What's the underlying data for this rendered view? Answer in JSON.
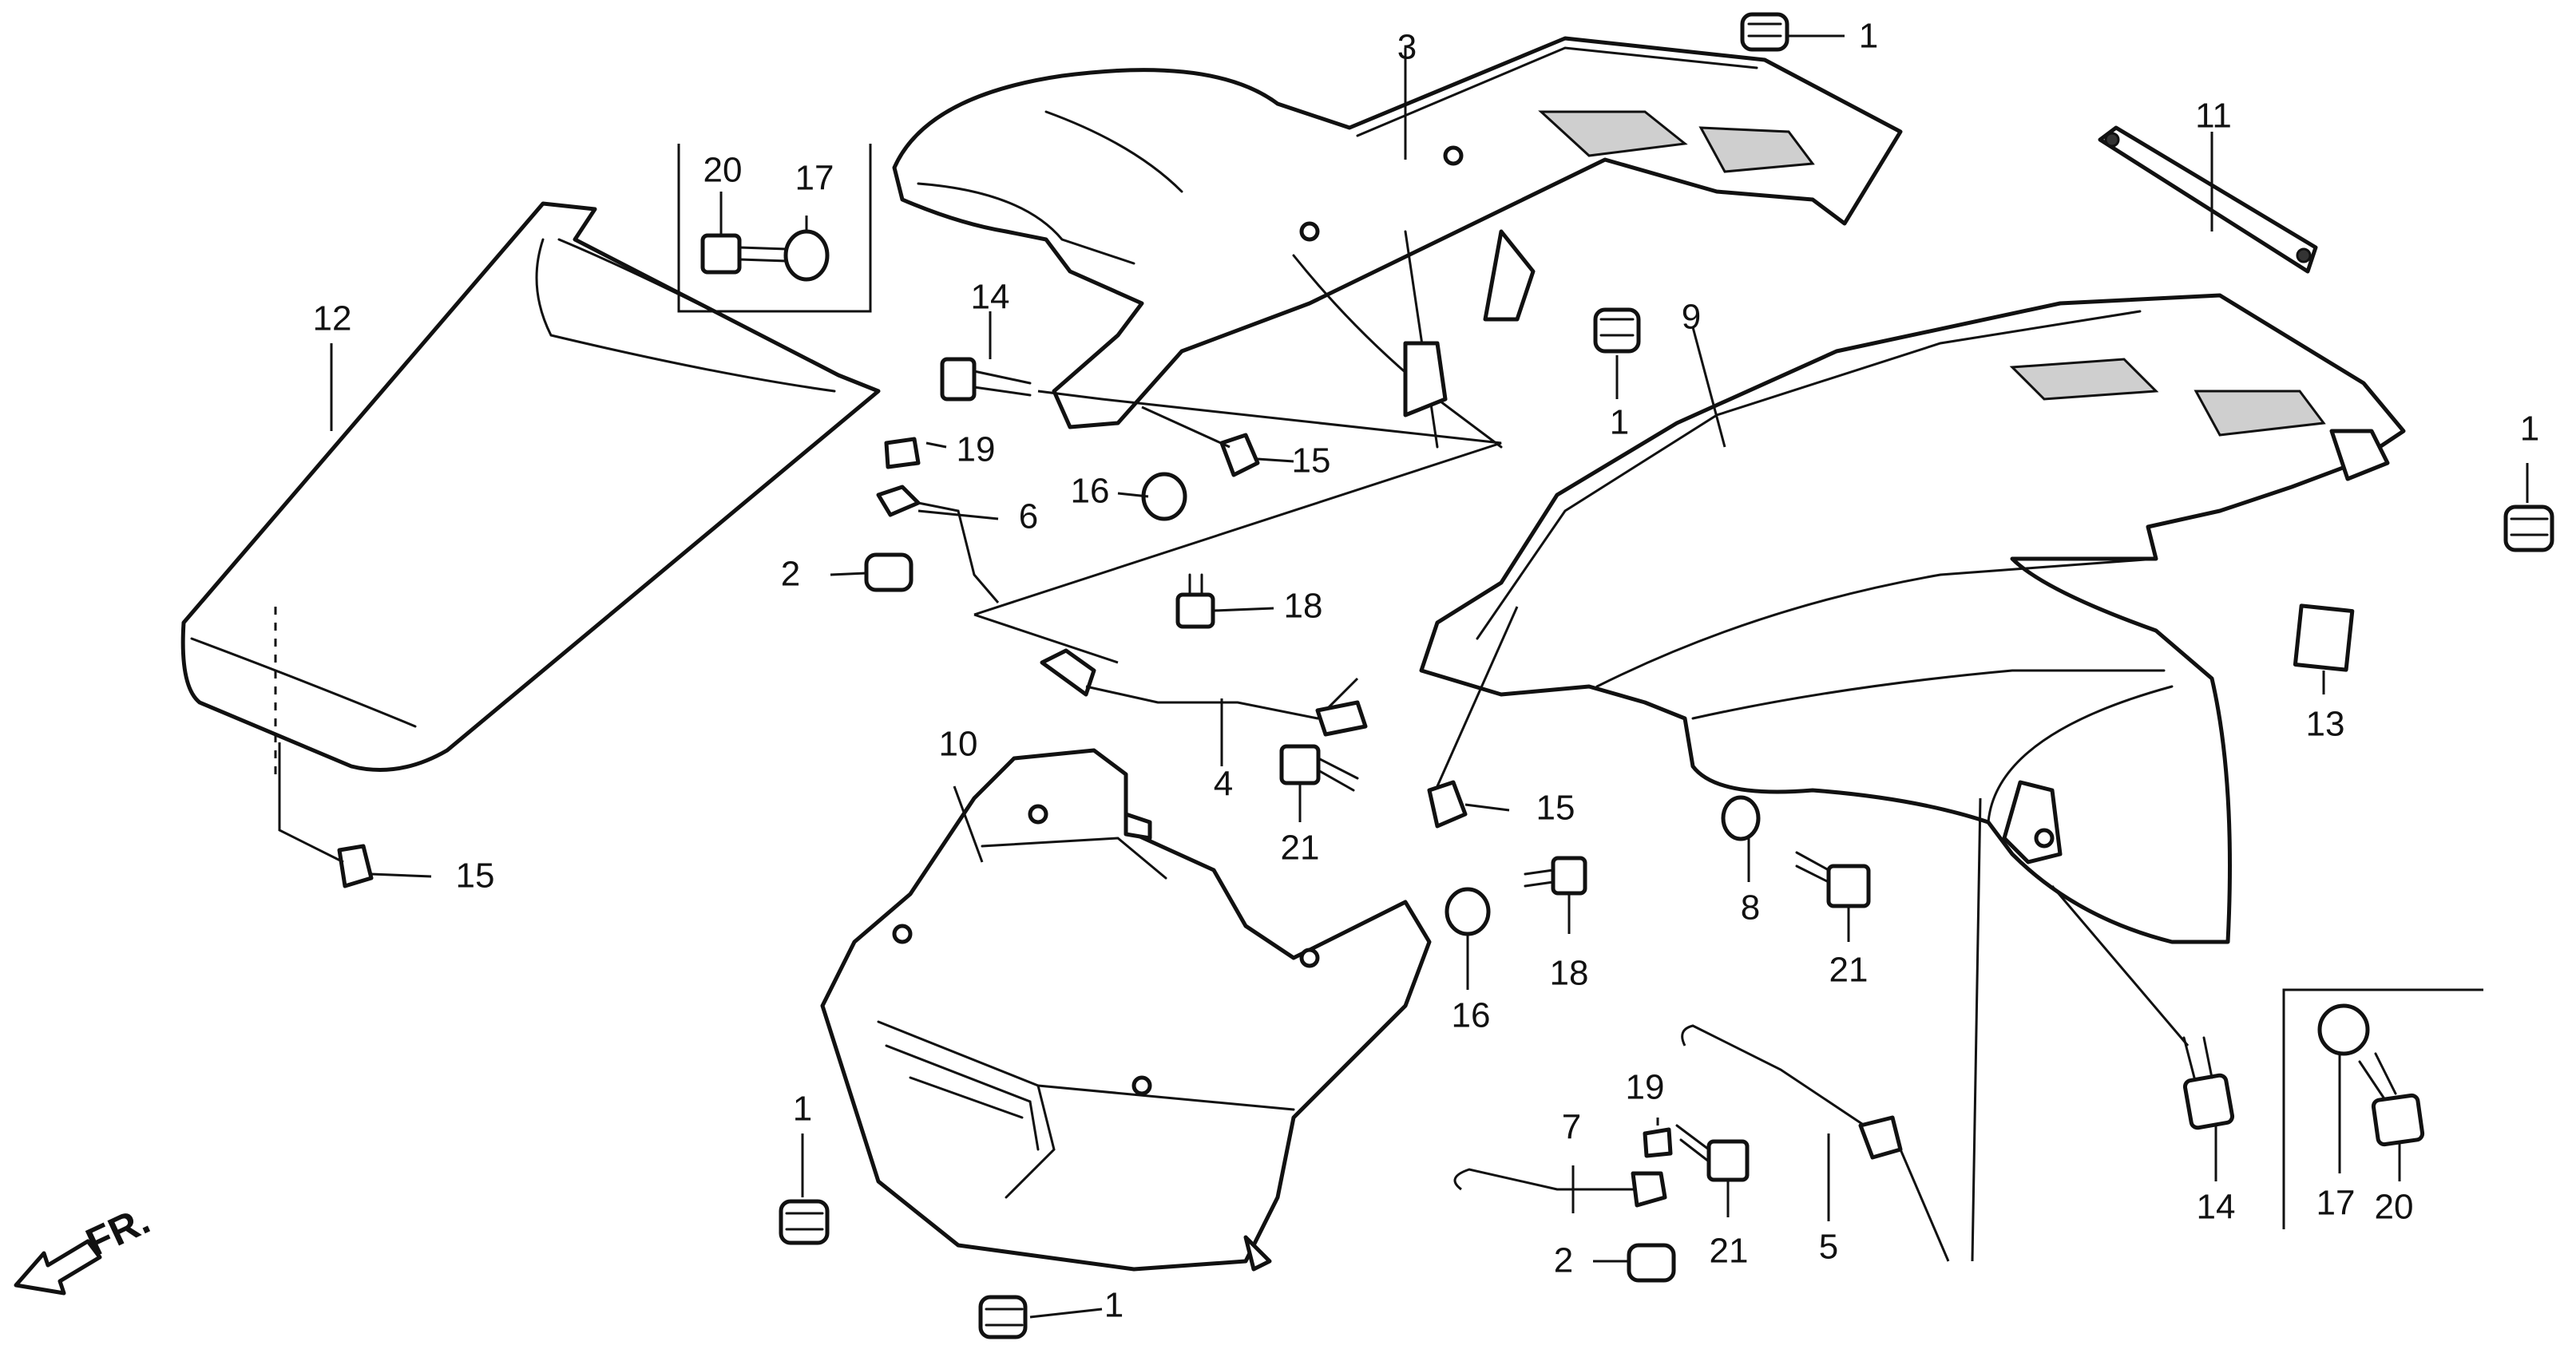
{
  "diagram": {
    "direction_label": "FR.",
    "callouts": [
      {
        "key": "p1a",
        "label": "1"
      },
      {
        "key": "p1b",
        "label": "1"
      },
      {
        "key": "p1c",
        "label": "1"
      },
      {
        "key": "p1d",
        "label": "1"
      },
      {
        "key": "p1e",
        "label": "1"
      },
      {
        "key": "p2a",
        "label": "2"
      },
      {
        "key": "p2b",
        "label": "2"
      },
      {
        "key": "p3",
        "label": "3"
      },
      {
        "key": "p4",
        "label": "4"
      },
      {
        "key": "p5",
        "label": "5"
      },
      {
        "key": "p6",
        "label": "6"
      },
      {
        "key": "p7",
        "label": "7"
      },
      {
        "key": "p8",
        "label": "8"
      },
      {
        "key": "p9",
        "label": "9"
      },
      {
        "key": "p10",
        "label": "10"
      },
      {
        "key": "p11",
        "label": "11"
      },
      {
        "key": "p12",
        "label": "12"
      },
      {
        "key": "p13",
        "label": "13"
      },
      {
        "key": "p14a",
        "label": "14"
      },
      {
        "key": "p14b",
        "label": "14"
      },
      {
        "key": "p15a",
        "label": "15"
      },
      {
        "key": "p15b",
        "label": "15"
      },
      {
        "key": "p15c",
        "label": "15"
      },
      {
        "key": "p16a",
        "label": "16"
      },
      {
        "key": "p16b",
        "label": "16"
      },
      {
        "key": "p17a",
        "label": "17"
      },
      {
        "key": "p17b",
        "label": "17"
      },
      {
        "key": "p18a",
        "label": "18"
      },
      {
        "key": "p18b",
        "label": "18"
      },
      {
        "key": "p19a",
        "label": "19"
      },
      {
        "key": "p19b",
        "label": "19"
      },
      {
        "key": "p20a",
        "label": "20"
      },
      {
        "key": "p20b",
        "label": "20"
      },
      {
        "key": "p21a",
        "label": "21"
      },
      {
        "key": "p21b",
        "label": "21"
      },
      {
        "key": "p21c",
        "label": "21"
      }
    ]
  }
}
